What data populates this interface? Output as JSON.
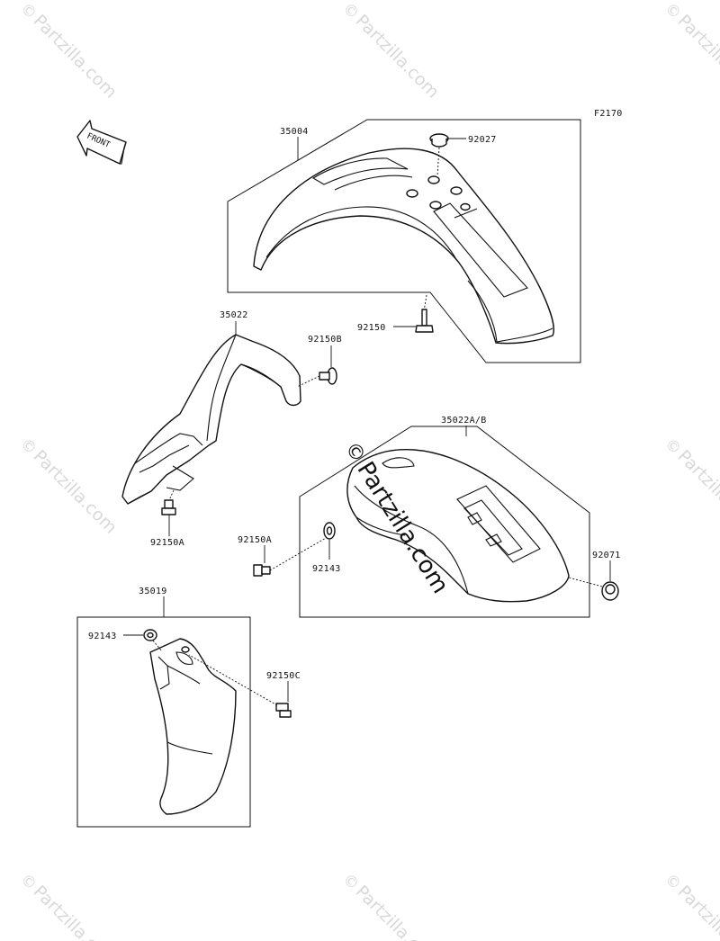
{
  "diagram": {
    "figure_code": "F2170",
    "front_label": "FRONT",
    "watermark_text": "Partzilla.com",
    "watermark_symbol": "©",
    "part_labels": {
      "p35004": "35004",
      "p92027": "92027",
      "p92150": "92150",
      "p35022": "35022",
      "p92150B": "92150B",
      "p92150A_left": "92150A",
      "p35022AB": "35022A/B",
      "p92150A_mid": "92150A",
      "p92143_mid": "92143",
      "p92071": "92071",
      "p35019": "35019",
      "p92143_low": "92143",
      "p92150C": "92150C"
    }
  },
  "colors": {
    "line": "#111111",
    "watermark": "#d9d9d9",
    "background": "#ffffff"
  }
}
